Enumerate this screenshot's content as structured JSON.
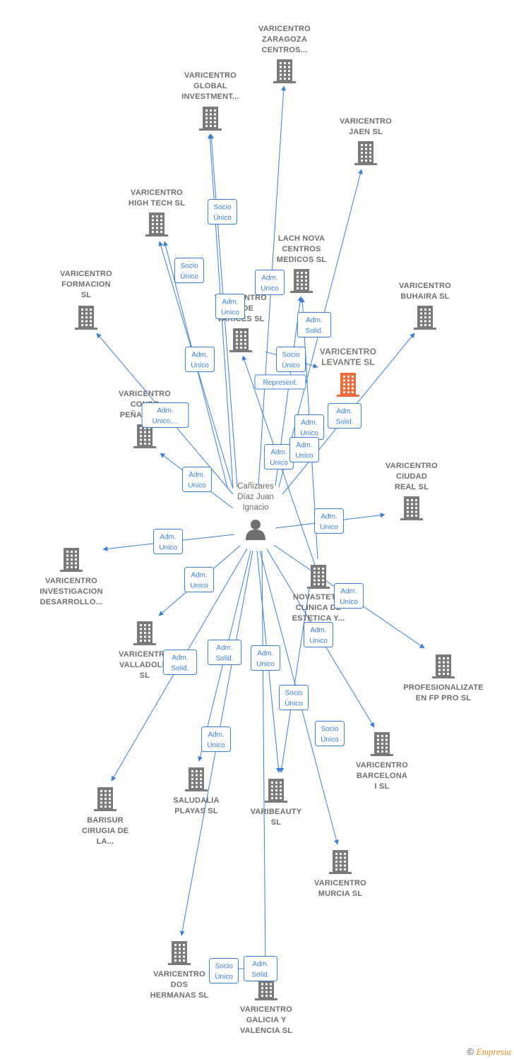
{
  "person": {
    "id": "person",
    "label": [
      "Cañizares",
      "Díaz Juan",
      "Ignacio"
    ]
  },
  "companies": [
    {
      "id": "zaragoza",
      "label": [
        "VARICENTRO",
        "ZARAGOZA",
        "CENTROS..."
      ]
    },
    {
      "id": "global",
      "label": [
        "VARICENTRO",
        "GLOBAL",
        "INVESTMENT..."
      ]
    },
    {
      "id": "jaen",
      "label": [
        "VARICENTRO",
        "JAEN  SL"
      ]
    },
    {
      "id": "hightech",
      "label": [
        "VARICENTRO",
        "HIGH TECH  SL"
      ]
    },
    {
      "id": "lach",
      "label": [
        "LACH NOVA",
        "CENTROS",
        "MEDICOS  SL"
      ]
    },
    {
      "id": "formacion",
      "label": [
        "VARICENTRO",
        "FORMACION",
        "SL"
      ]
    },
    {
      "id": "buhaira",
      "label": [
        "VARICENTRO",
        "BUHAIRA  SL"
      ]
    },
    {
      "id": "varices",
      "label": [
        "VARICENTRO",
        "...A DE",
        "VARICES  SL"
      ]
    },
    {
      "id": "levante",
      "label": [
        "VARICENTRO",
        "LEVANTE  SL"
      ],
      "focus": true
    },
    {
      "id": "conde",
      "label": [
        "VARICENTRO",
        "CONDE",
        "PEÑALVER..."
      ]
    },
    {
      "id": "ciudadreal",
      "label": [
        "VARICENTRO",
        "CIUDAD",
        "REAL  SL"
      ]
    },
    {
      "id": "investigacion",
      "label": [
        "VARICENTRO",
        "INVESTIGACION",
        "DESARROLLO..."
      ]
    },
    {
      "id": "novastetic",
      "label": [
        "NOVASTETIC",
        "CLINICA DE",
        "ESTETICA Y..."
      ]
    },
    {
      "id": "valladolid",
      "label": [
        "VARICENTRO",
        "VALLADOLID",
        "SL"
      ]
    },
    {
      "id": "profesionalizate",
      "label": [
        "PROFESIONALIZATE",
        "EN FP PRO  SL"
      ]
    },
    {
      "id": "barcelona",
      "label": [
        "VARICENTRO",
        "BARCELONA",
        "I  SL"
      ]
    },
    {
      "id": "saludalia",
      "label": [
        "SALUDALIA",
        "PLAYAS  SL"
      ]
    },
    {
      "id": "barisur",
      "label": [
        "BARISUR",
        "CIRUGIA DE",
        "LA..."
      ]
    },
    {
      "id": "varibeauty",
      "label": [
        "VARIBEAUTY",
        "SL"
      ]
    },
    {
      "id": "murcia",
      "label": [
        "VARICENTRO",
        "MURCIA  SL"
      ]
    },
    {
      "id": "dosHermanas",
      "label": [
        "VARICENTRO",
        "DOS",
        "HERMANAS  SL"
      ]
    },
    {
      "id": "galicia",
      "label": [
        "VARICENTRO",
        "GALICIA Y",
        "VALENCIA  SL"
      ]
    }
  ],
  "relations": [
    {
      "from": "person",
      "to": "zaragoza",
      "label": [
        "Adm.",
        "Unico"
      ]
    },
    {
      "from": "person",
      "to": "global",
      "label": [
        "Socio",
        "Único"
      ]
    },
    {
      "from": "person",
      "to": "global",
      "label": [
        "Adm.",
        "Unico"
      ]
    },
    {
      "from": "person",
      "to": "jaen",
      "label": [
        "Adm.",
        "Solid."
      ]
    },
    {
      "from": "person",
      "to": "hightech",
      "label": [
        "Socio",
        "Único"
      ]
    },
    {
      "from": "person",
      "to": "hightech",
      "label": [
        "Adm.",
        "Unico"
      ]
    },
    {
      "from": "person",
      "to": "lach",
      "label": [
        "Adm.",
        "Unico"
      ]
    },
    {
      "from": "person",
      "to": "formacion",
      "label": [
        "Adm.",
        "Unico,..."
      ]
    },
    {
      "from": "person",
      "to": "buhaira",
      "label": [
        "Adm.",
        "Solid."
      ]
    },
    {
      "from": "person",
      "to": "levante",
      "label": [
        "Socio",
        "Único"
      ]
    },
    {
      "from": "person",
      "to": "varices",
      "label": [
        "Represent."
      ]
    },
    {
      "from": "person",
      "to": "conde",
      "label": [
        "Adm.",
        "Unico"
      ]
    },
    {
      "from": "person",
      "to": "ciudadreal",
      "label": [
        "Adm.",
        "Unico"
      ]
    },
    {
      "from": "person",
      "to": "investigacion",
      "label": [
        "Adm.",
        "Unico"
      ]
    },
    {
      "from": "person",
      "to": "valladolid",
      "label": [
        "Adm.",
        "Unico"
      ]
    },
    {
      "from": "person",
      "to": "profesionalizate",
      "label": [
        "Adm.",
        "Unico"
      ]
    },
    {
      "from": "person",
      "to": "barisur",
      "label": [
        "Adm.",
        "Solid."
      ]
    },
    {
      "from": "person",
      "to": "saludalia",
      "label": [
        "Adm.",
        "Solid."
      ]
    },
    {
      "from": "person",
      "to": "dosHermanas",
      "label": [
        "Adm.",
        "Unico"
      ]
    },
    {
      "from": "person",
      "to": "varibeauty",
      "label": [
        "Adm.",
        "Unico"
      ]
    },
    {
      "from": "person",
      "to": "galicia",
      "label": [
        "Adm.",
        "Solid."
      ]
    },
    {
      "from": "person",
      "to": "murcia",
      "label": [
        "Socio",
        "Único"
      ]
    },
    {
      "from": "person",
      "to": "barcelona",
      "label": [
        "Adm.",
        "Unico"
      ]
    },
    {
      "from": "novastetic",
      "to": "varices",
      "label": [
        "Adm.",
        "Unico"
      ]
    },
    {
      "from": "novastetic",
      "to": "lach",
      "label": [
        "Adm.",
        "Unico"
      ]
    },
    {
      "from": "novastetic",
      "to": "varibeauty",
      "label": [
        "Socio",
        "Único"
      ]
    },
    {
      "from": "galicia",
      "to": "dosHermanas",
      "label": [
        "Socio",
        "Único"
      ]
    }
  ],
  "colors": {
    "edge": "#3b7fd4",
    "building": "#7a7a7a",
    "building_focus": "#f26a3b",
    "person": "#6f6f6f",
    "label": "#6e6e6e"
  },
  "footer": {
    "copyright": "©",
    "brand": "Empresia"
  }
}
